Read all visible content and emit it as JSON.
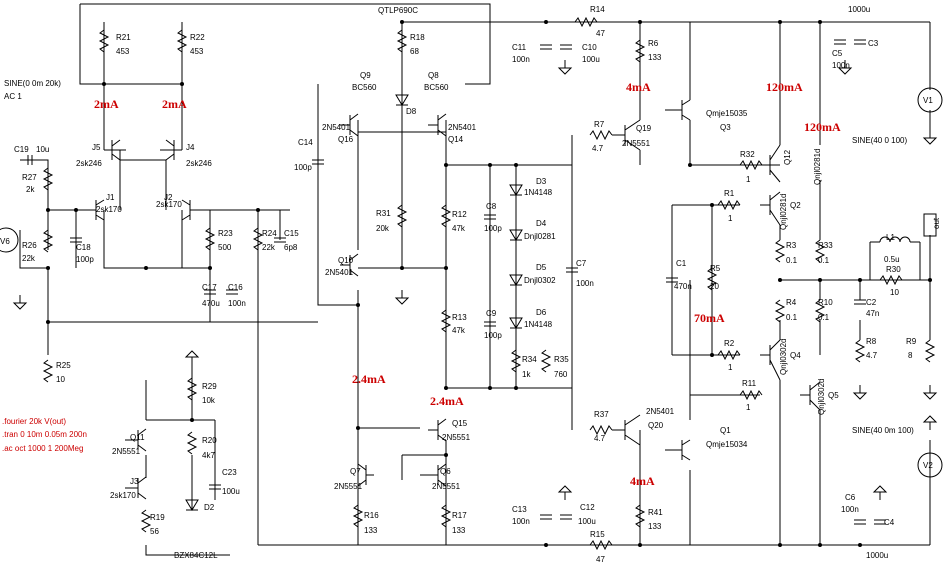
{
  "components": [
    {
      "ref": "R21",
      "value": "453"
    },
    {
      "ref": "R22",
      "value": "453"
    },
    {
      "ref": "R18",
      "value": "68"
    },
    {
      "ref": "R14",
      "value": "47"
    },
    {
      "ref": "R6",
      "value": "133"
    },
    {
      "ref": "R27",
      "value": "2k"
    },
    {
      "ref": "R26",
      "value": "22k"
    },
    {
      "ref": "R23",
      "value": "500"
    },
    {
      "ref": "R24",
      "value": "22k"
    },
    {
      "ref": "R25",
      "value": "10"
    },
    {
      "ref": "R31",
      "value": "20k"
    },
    {
      "ref": "R12",
      "value": "47k"
    },
    {
      "ref": "R13",
      "value": "47k"
    },
    {
      "ref": "R34",
      "value": "1k"
    },
    {
      "ref": "R35",
      "value": "760"
    },
    {
      "ref": "R7",
      "value": "4.7"
    },
    {
      "ref": "R32",
      "value": "1"
    },
    {
      "ref": "R1",
      "value": "1"
    },
    {
      "ref": "R2",
      "value": "1"
    },
    {
      "ref": "R5",
      "value": "20"
    },
    {
      "ref": "R3",
      "value": "0.1"
    },
    {
      "ref": "R33",
      "value": "0.1"
    },
    {
      "ref": "R4",
      "value": "0.1"
    },
    {
      "ref": "R10",
      "value": "0.1"
    },
    {
      "ref": "R30",
      "value": "10"
    },
    {
      "ref": "R8",
      "value": "4.7"
    },
    {
      "ref": "R9",
      "value": "8"
    },
    {
      "ref": "R11",
      "value": "1"
    },
    {
      "ref": "R37",
      "value": "4.7"
    },
    {
      "ref": "R41",
      "value": "133"
    },
    {
      "ref": "R15",
      "value": "47"
    },
    {
      "ref": "R16",
      "value": "133"
    },
    {
      "ref": "R17",
      "value": "133"
    },
    {
      "ref": "R29",
      "value": "10k"
    },
    {
      "ref": "R20",
      "value": "4k7"
    },
    {
      "ref": "R19",
      "value": "56"
    },
    {
      "ref": "C19",
      "value": "10u"
    },
    {
      "ref": "C18",
      "value": "100p"
    },
    {
      "ref": "C15",
      "value": "6p8"
    },
    {
      "ref": "C17",
      "value": "470u"
    },
    {
      "ref": "C16",
      "value": "100n"
    },
    {
      "ref": "C14",
      "value": "100p"
    },
    {
      "ref": "C11",
      "value": "100n"
    },
    {
      "ref": "C10",
      "value": "100u"
    },
    {
      "ref": "C8",
      "value": "100p"
    },
    {
      "ref": "C9",
      "value": "100p"
    },
    {
      "ref": "C7",
      "value": "100n"
    },
    {
      "ref": "C1",
      "value": "470n"
    },
    {
      "ref": "C5",
      "value": "100n"
    },
    {
      "ref": "C3",
      "value": ""
    },
    {
      "ref": "C2",
      "value": "47n"
    },
    {
      "ref": "C13",
      "value": "100n"
    },
    {
      "ref": "C12",
      "value": "100u"
    },
    {
      "ref": "C6",
      "value": "100n"
    },
    {
      "ref": "C4",
      "value": ""
    },
    {
      "ref": "C23",
      "value": "100u"
    },
    {
      "ref": "L1",
      "value": "0.5u"
    },
    {
      "ref": "J5",
      "value": "2sk246"
    },
    {
      "ref": "J4",
      "value": "2sk246"
    },
    {
      "ref": "J1",
      "value": "2sk170"
    },
    {
      "ref": "J2",
      "value": "2sk170"
    },
    {
      "ref": "J3",
      "value": "2sk170"
    },
    {
      "ref": "Q9",
      "value": "BC560"
    },
    {
      "ref": "Q8",
      "value": "BC560"
    },
    {
      "ref": "Q16",
      "value": "2N5401"
    },
    {
      "ref": "Q14",
      "value": "2N5401"
    },
    {
      "ref": "Q10",
      "value": "2N5401"
    },
    {
      "ref": "Q19",
      "value": "2N5551"
    },
    {
      "ref": "Q3",
      "value": "Qmje15035"
    },
    {
      "ref": "Q12",
      "value": "Qnjl0281d"
    },
    {
      "ref": "Q2",
      "value": "Qnjl0281d"
    },
    {
      "ref": "Q4",
      "value": "Qnjl0302d"
    },
    {
      "ref": "Q5",
      "value": "Qnjl0302d"
    },
    {
      "ref": "Q20",
      "value": "2N5401"
    },
    {
      "ref": "Q1",
      "value": "Qmje15034"
    },
    {
      "ref": "Q15",
      "value": "2N5551"
    },
    {
      "ref": "Q7",
      "value": "2N5551"
    },
    {
      "ref": "Q6",
      "value": "2N5551"
    },
    {
      "ref": "Q11",
      "value": "2N5551"
    },
    {
      "ref": "D8",
      "value": ""
    },
    {
      "ref": "D3",
      "value": "1N4148"
    },
    {
      "ref": "D4",
      "value": "Dnjl0281"
    },
    {
      "ref": "D5",
      "value": "Dnjl0302"
    },
    {
      "ref": "D6",
      "value": "1N4148"
    },
    {
      "ref": "D2",
      "value": ""
    }
  ],
  "parts": {
    "optocoupler": "QTLP690C",
    "zener": "BZX84C12L",
    "out_flag": "out",
    "ground_cap_top": "1000u",
    "ground_cap_bottom": "1000u"
  },
  "sources": {
    "v6": "V6",
    "v6_spec_1": "SINE(0 0m 20k)",
    "v6_spec_2": "AC 1",
    "v1": "V1",
    "v1_spec": "SINE(40 0 100)",
    "v2": "V2",
    "v2_spec": "SINE(40 0m 100)"
  },
  "directives": [
    ".fourier 20k V(out)",
    ".tran 0 10m 0.05m 200n",
    ".ac oct 1000 1 200Meg"
  ],
  "currents": [
    "2mA",
    "2mA",
    "4mA",
    "120mA",
    "120mA",
    "70mA",
    "2.4mA",
    "2.4mA",
    "4mA"
  ],
  "colors": {
    "wire": "#000000",
    "annotation": "#cc0000",
    "background": "#ffffff"
  }
}
